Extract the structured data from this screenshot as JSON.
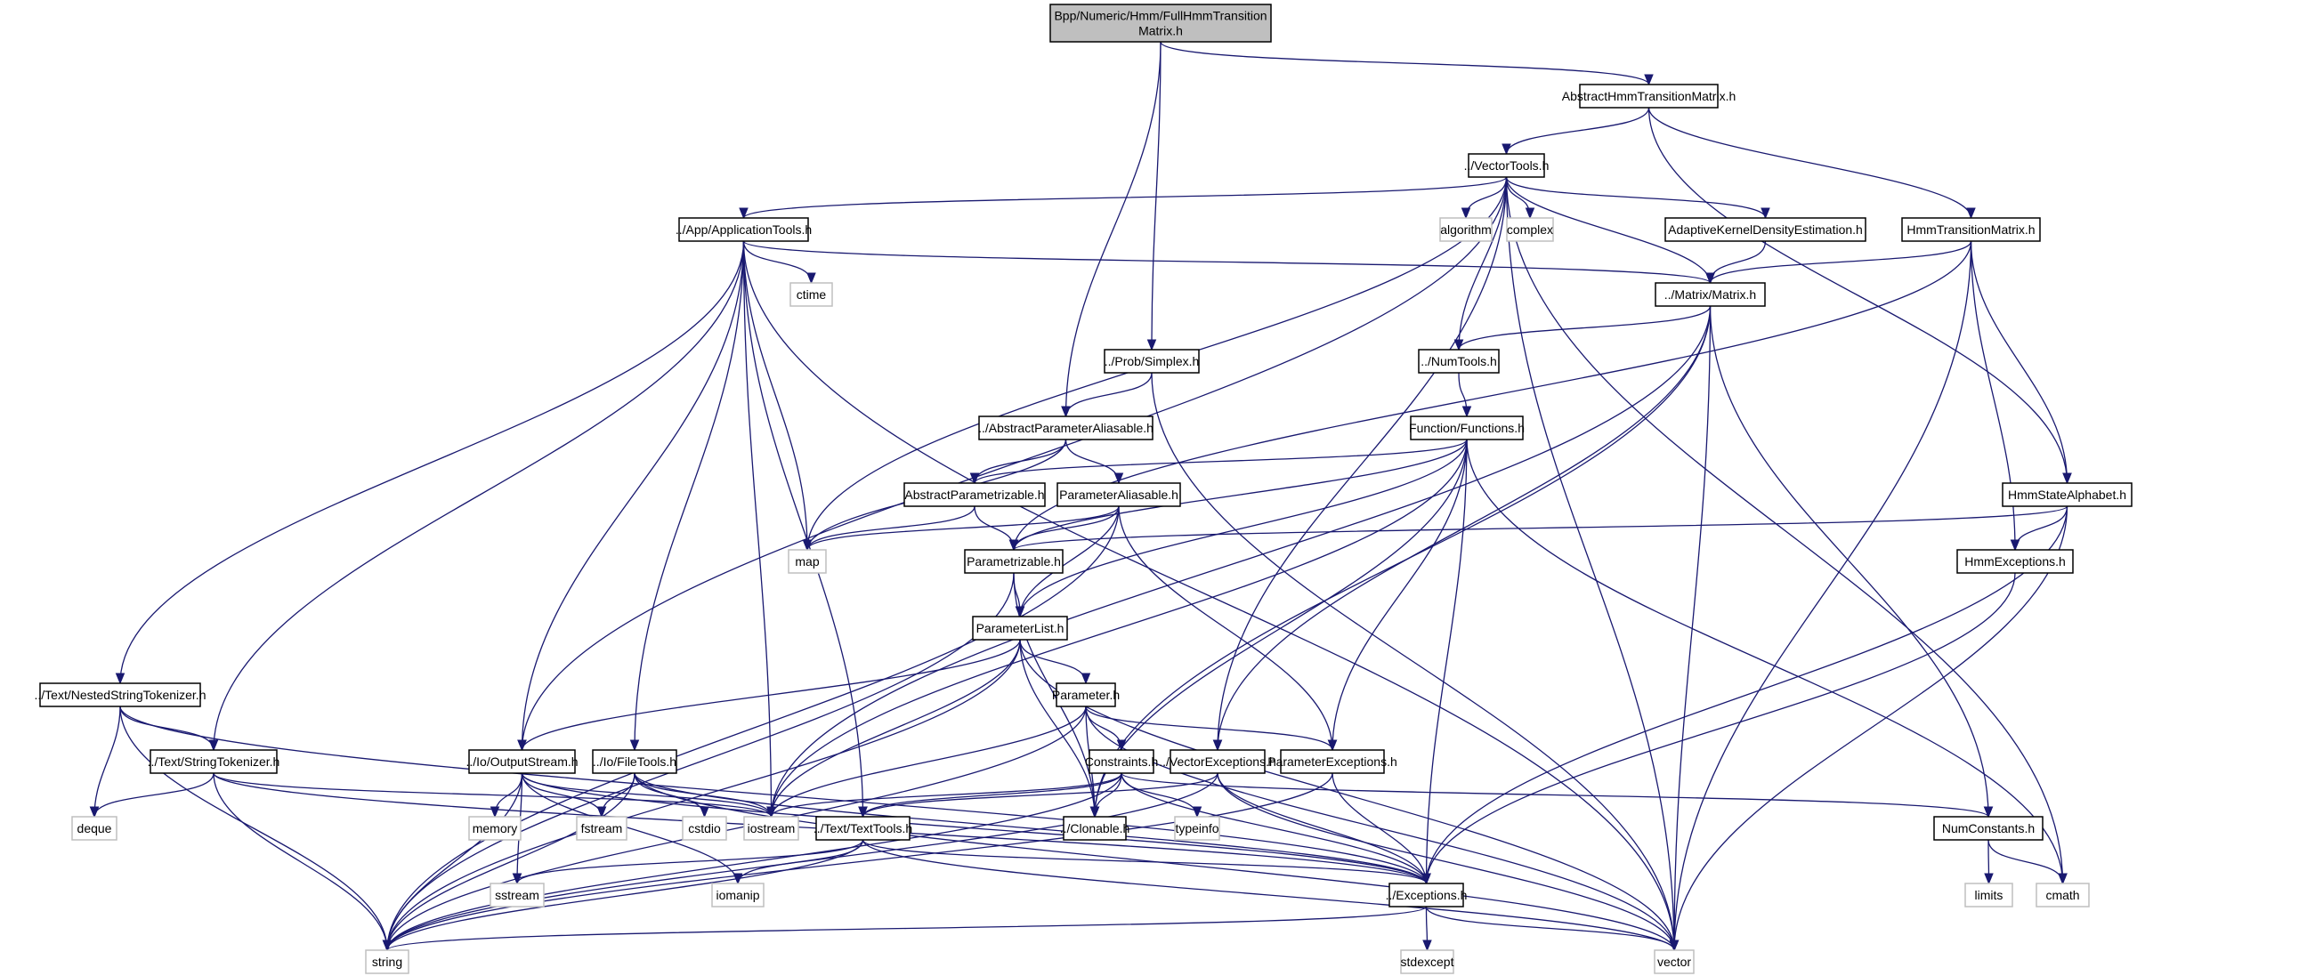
{
  "diagram": {
    "title": "Bpp/Numeric/Hmm/FullHmmTransitionMatrix.h",
    "type": "include-dependency-graph",
    "colors": {
      "edge": "#191970",
      "root_fill": "#bfbfbf",
      "file_border": "#000000",
      "system_border": "#bfbfbf"
    },
    "nodes": [
      {
        "id": "root",
        "kind": "root",
        "label_lines": [
          "Bpp/Numeric/Hmm/FullHmmTransition",
          "Matrix.h"
        ]
      },
      {
        "id": "ahtm",
        "kind": "file",
        "label_lines": [
          "AbstractHmmTransitionMatrix.h"
        ]
      },
      {
        "id": "vtools",
        "kind": "file",
        "label_lines": [
          "../VectorTools.h"
        ]
      },
      {
        "id": "apptools",
        "kind": "file",
        "label_lines": [
          "../App/ApplicationTools.h"
        ]
      },
      {
        "id": "algorithm",
        "kind": "sys",
        "label_lines": [
          "algorithm"
        ]
      },
      {
        "id": "complex",
        "kind": "sys",
        "label_lines": [
          "complex"
        ]
      },
      {
        "id": "akde",
        "kind": "file",
        "label_lines": [
          "AdaptiveKernelDensityEstimation.h"
        ]
      },
      {
        "id": "htm",
        "kind": "file",
        "label_lines": [
          "HmmTransitionMatrix.h"
        ]
      },
      {
        "id": "ctime",
        "kind": "sys",
        "label_lines": [
          "ctime"
        ]
      },
      {
        "id": "matrix",
        "kind": "file",
        "label_lines": [
          "../Matrix/Matrix.h"
        ]
      },
      {
        "id": "simplex",
        "kind": "file",
        "label_lines": [
          "../Prob/Simplex.h"
        ]
      },
      {
        "id": "numtools",
        "kind": "file",
        "label_lines": [
          "../NumTools.h"
        ]
      },
      {
        "id": "apa",
        "kind": "file",
        "label_lines": [
          "../AbstractParameterAliasable.h"
        ]
      },
      {
        "id": "functions",
        "kind": "file",
        "label_lines": [
          "Function/Functions.h"
        ]
      },
      {
        "id": "absparam",
        "kind": "file",
        "label_lines": [
          "AbstractParametrizable.h"
        ]
      },
      {
        "id": "paramalias",
        "kind": "file",
        "label_lines": [
          "ParameterAliasable.h"
        ]
      },
      {
        "id": "hsa",
        "kind": "file",
        "label_lines": [
          "HmmStateAlphabet.h"
        ]
      },
      {
        "id": "map",
        "kind": "sys",
        "label_lines": [
          "map"
        ]
      },
      {
        "id": "parametrizable",
        "kind": "file",
        "label_lines": [
          "Parametrizable.h"
        ]
      },
      {
        "id": "hmmexc",
        "kind": "file",
        "label_lines": [
          "HmmExceptions.h"
        ]
      },
      {
        "id": "paramlist",
        "kind": "file",
        "label_lines": [
          "ParameterList.h"
        ]
      },
      {
        "id": "nested",
        "kind": "file",
        "label_lines": [
          "../Text/NestedStringTokenizer.h"
        ]
      },
      {
        "id": "parameter",
        "kind": "file",
        "label_lines": [
          "Parameter.h"
        ]
      },
      {
        "id": "strtok",
        "kind": "file",
        "label_lines": [
          "../Text/StringTokenizer.h"
        ]
      },
      {
        "id": "outstream",
        "kind": "file",
        "label_lines": [
          "../Io/OutputStream.h"
        ]
      },
      {
        "id": "filetools",
        "kind": "file",
        "label_lines": [
          "../Io/FileTools.h"
        ]
      },
      {
        "id": "constraints",
        "kind": "file",
        "label_lines": [
          "Constraints.h"
        ]
      },
      {
        "id": "vexc",
        "kind": "file",
        "label_lines": [
          "../VectorExceptions.h"
        ]
      },
      {
        "id": "pexc",
        "kind": "file",
        "label_lines": [
          "ParameterExceptions.h"
        ]
      },
      {
        "id": "deque",
        "kind": "sys",
        "label_lines": [
          "deque"
        ]
      },
      {
        "id": "memory",
        "kind": "sys",
        "label_lines": [
          "memory"
        ]
      },
      {
        "id": "fstream",
        "kind": "sys",
        "label_lines": [
          "fstream"
        ]
      },
      {
        "id": "cstdio",
        "kind": "sys",
        "label_lines": [
          "cstdio"
        ]
      },
      {
        "id": "iostream",
        "kind": "sys",
        "label_lines": [
          "iostream"
        ]
      },
      {
        "id": "texttools",
        "kind": "file",
        "label_lines": [
          "../Text/TextTools.h"
        ]
      },
      {
        "id": "clonable",
        "kind": "file",
        "label_lines": [
          "../Clonable.h"
        ]
      },
      {
        "id": "typeinfo",
        "kind": "sys",
        "label_lines": [
          "typeinfo"
        ]
      },
      {
        "id": "numconst",
        "kind": "file",
        "label_lines": [
          "NumConstants.h"
        ]
      },
      {
        "id": "limits",
        "kind": "sys",
        "label_lines": [
          "limits"
        ]
      },
      {
        "id": "cmath",
        "kind": "sys",
        "label_lines": [
          "cmath"
        ]
      },
      {
        "id": "sstream",
        "kind": "sys",
        "label_lines": [
          "sstream"
        ]
      },
      {
        "id": "iomanip",
        "kind": "sys",
        "label_lines": [
          "iomanip"
        ]
      },
      {
        "id": "exceptions",
        "kind": "file",
        "label_lines": [
          "../Exceptions.h"
        ]
      },
      {
        "id": "string",
        "kind": "sys",
        "label_lines": [
          "string"
        ]
      },
      {
        "id": "stdexcept",
        "kind": "sys",
        "label_lines": [
          "stdexcept"
        ]
      },
      {
        "id": "vector",
        "kind": "sys",
        "label_lines": [
          "vector"
        ]
      }
    ],
    "edges": [
      [
        "root",
        "ahtm"
      ],
      [
        "root",
        "simplex"
      ],
      [
        "root",
        "apa"
      ],
      [
        "ahtm",
        "vtools"
      ],
      [
        "ahtm",
        "htm"
      ],
      [
        "ahtm",
        "hsa"
      ],
      [
        "vtools",
        "apptools"
      ],
      [
        "vtools",
        "algorithm"
      ],
      [
        "vtools",
        "complex"
      ],
      [
        "vtools",
        "akde"
      ],
      [
        "vtools",
        "matrix"
      ],
      [
        "vtools",
        "numtools"
      ],
      [
        "vtools",
        "vexc"
      ],
      [
        "vtools",
        "map"
      ],
      [
        "vtools",
        "outstream"
      ],
      [
        "vtools",
        "cmath"
      ],
      [
        "vtools",
        "vector"
      ],
      [
        "apptools",
        "ctime"
      ],
      [
        "apptools",
        "matrix"
      ],
      [
        "apptools",
        "map"
      ],
      [
        "apptools",
        "nested"
      ],
      [
        "apptools",
        "strtok"
      ],
      [
        "apptools",
        "outstream"
      ],
      [
        "apptools",
        "filetools"
      ],
      [
        "apptools",
        "texttools"
      ],
      [
        "apptools",
        "iostream"
      ],
      [
        "apptools",
        "vector"
      ],
      [
        "akde",
        "matrix"
      ],
      [
        "htm",
        "matrix"
      ],
      [
        "htm",
        "parametrizable"
      ],
      [
        "htm",
        "hsa"
      ],
      [
        "htm",
        "hmmexc"
      ],
      [
        "htm",
        "vector"
      ],
      [
        "matrix",
        "numtools"
      ],
      [
        "matrix",
        "iostream"
      ],
      [
        "matrix",
        "vexc"
      ],
      [
        "matrix",
        "clonable"
      ],
      [
        "matrix",
        "numconst"
      ],
      [
        "matrix",
        "vector"
      ],
      [
        "simplex",
        "apa"
      ],
      [
        "simplex",
        "vector"
      ],
      [
        "numtools",
        "functions"
      ],
      [
        "apa",
        "absparam"
      ],
      [
        "apa",
        "paramalias"
      ],
      [
        "apa",
        "map"
      ],
      [
        "functions",
        "absparam"
      ],
      [
        "functions",
        "parametrizable"
      ],
      [
        "functions",
        "paramlist"
      ],
      [
        "functions",
        "pexc"
      ],
      [
        "functions",
        "clonable"
      ],
      [
        "functions",
        "exceptions"
      ],
      [
        "functions",
        "cmath"
      ],
      [
        "functions",
        "iostream"
      ],
      [
        "absparam",
        "parametrizable"
      ],
      [
        "absparam",
        "map"
      ],
      [
        "paramalias",
        "parametrizable"
      ],
      [
        "paramalias",
        "paramlist"
      ],
      [
        "paramalias",
        "map"
      ],
      [
        "paramalias",
        "pexc"
      ],
      [
        "paramalias",
        "string"
      ],
      [
        "hsa",
        "parametrizable"
      ],
      [
        "hsa",
        "hmmexc"
      ],
      [
        "hsa",
        "exceptions"
      ],
      [
        "hsa",
        "vector"
      ],
      [
        "parametrizable",
        "paramlist"
      ],
      [
        "parametrizable",
        "clonable"
      ],
      [
        "parametrizable",
        "string"
      ],
      [
        "hmmexc",
        "exceptions"
      ],
      [
        "paramlist",
        "parameter"
      ],
      [
        "paramlist",
        "clonable"
      ],
      [
        "paramlist",
        "iostream"
      ],
      [
        "paramlist",
        "outstream"
      ],
      [
        "paramlist",
        "string"
      ],
      [
        "paramlist",
        "vector"
      ],
      [
        "nested",
        "strtok"
      ],
      [
        "nested",
        "deque"
      ],
      [
        "nested",
        "string"
      ],
      [
        "nested",
        "exceptions"
      ],
      [
        "parameter",
        "constraints"
      ],
      [
        "parameter",
        "pexc"
      ],
      [
        "parameter",
        "clonable"
      ],
      [
        "parameter",
        "iostream"
      ],
      [
        "parameter",
        "string"
      ],
      [
        "parameter",
        "vector"
      ],
      [
        "strtok",
        "deque"
      ],
      [
        "strtok",
        "string"
      ],
      [
        "strtok",
        "iostream"
      ],
      [
        "strtok",
        "exceptions"
      ],
      [
        "outstream",
        "memory"
      ],
      [
        "outstream",
        "fstream"
      ],
      [
        "outstream",
        "iostream"
      ],
      [
        "outstream",
        "iomanip"
      ],
      [
        "outstream",
        "sstream"
      ],
      [
        "outstream",
        "string"
      ],
      [
        "outstream",
        "exceptions"
      ],
      [
        "filetools",
        "fstream"
      ],
      [
        "filetools",
        "cstdio"
      ],
      [
        "filetools",
        "iostream"
      ],
      [
        "filetools",
        "string"
      ],
      [
        "filetools",
        "vector"
      ],
      [
        "filetools",
        "exceptions"
      ],
      [
        "constraints",
        "clonable"
      ],
      [
        "constraints",
        "typeinfo"
      ],
      [
        "constraints",
        "iostream"
      ],
      [
        "constraints",
        "texttools"
      ],
      [
        "constraints",
        "numconst"
      ],
      [
        "constraints",
        "exceptions"
      ],
      [
        "constraints",
        "string"
      ],
      [
        "vexc",
        "exceptions"
      ],
      [
        "vexc",
        "texttools"
      ],
      [
        "vexc",
        "string"
      ],
      [
        "vexc",
        "vector"
      ],
      [
        "pexc",
        "exceptions"
      ],
      [
        "pexc",
        "string"
      ],
      [
        "texttools",
        "sstream"
      ],
      [
        "texttools",
        "iomanip"
      ],
      [
        "texttools",
        "string"
      ],
      [
        "texttools",
        "vector"
      ],
      [
        "texttools",
        "exceptions"
      ],
      [
        "numconst",
        "limits"
      ],
      [
        "numconst",
        "cmath"
      ],
      [
        "exceptions",
        "stdexcept"
      ],
      [
        "exceptions",
        "vector"
      ],
      [
        "exceptions",
        "string"
      ]
    ]
  }
}
